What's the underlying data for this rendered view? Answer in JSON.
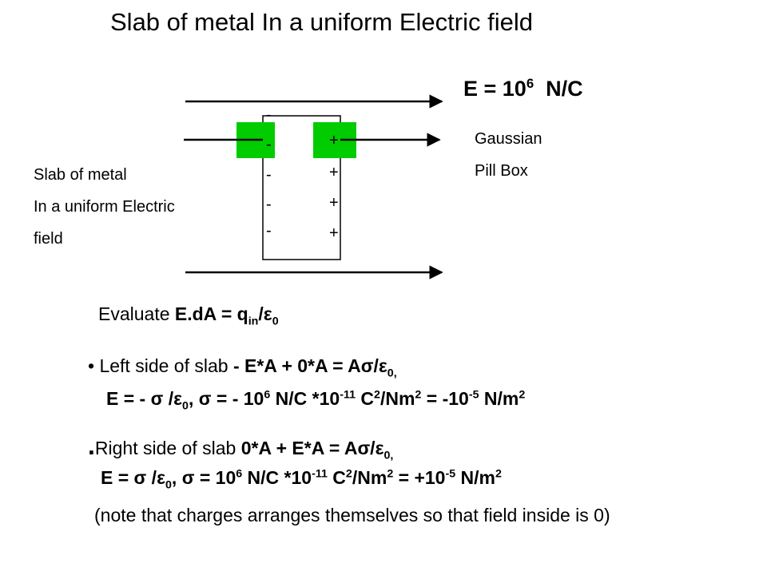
{
  "title": "Slab of metal In a uniform Electric field",
  "field": {
    "prefix": "E = 10",
    "exp": "6",
    "unit": "N/C"
  },
  "gaussian": {
    "line1": "Gaussian",
    "line2": "Pill Box"
  },
  "slab_caption": {
    "line1": "Slab of metal",
    "line2": "In a uniform Electric",
    "line3": "field"
  },
  "signs": {
    "minus": "-",
    "plus": "+"
  },
  "evaluate": {
    "text": "Evaluate ",
    "lhs": "E.dA = q",
    "sub_in": "in",
    "slash": "/",
    "eps": "ε",
    "sub0": "0"
  },
  "left_side": {
    "bullet": "•",
    "label": "Left side of slab ",
    "eq": "- E*A + 0*A = Aσ/ε",
    "sub": "0,"
  },
  "left_result": {
    "a": "E = - σ /ε",
    "a_sub": "0",
    "b": ", σ = - 10",
    "b_exp": "6",
    "c": " N/C *10",
    "c_exp": "-11",
    "d": " C",
    "d_exp": "2",
    "e": "/Nm",
    "e_exp": "2",
    "f": " = -10",
    "f_exp": "-5",
    "g": " N/m",
    "g_exp": "2"
  },
  "right_side": {
    "bullet": ".",
    "label": "Right side of slab ",
    "eq": "0*A + E*A = Aσ/ε",
    "sub": "0,"
  },
  "right_result": {
    "a": "E = σ /ε",
    "a_sub": "0",
    "b": ", σ = 10",
    "b_exp": "6",
    "c": " N/C *10",
    "c_exp": "-11",
    "d": " C",
    "d_exp": "2",
    "e": "/Nm",
    "e_exp": "2",
    "f": " = +10",
    "f_exp": "-5",
    "g": " N/m",
    "g_exp": "2"
  },
  "note": "(note that charges arranges themselves so that field inside is 0)",
  "colors": {
    "pillbox": "#00cc00",
    "line": "#000000",
    "background": "#ffffff"
  }
}
